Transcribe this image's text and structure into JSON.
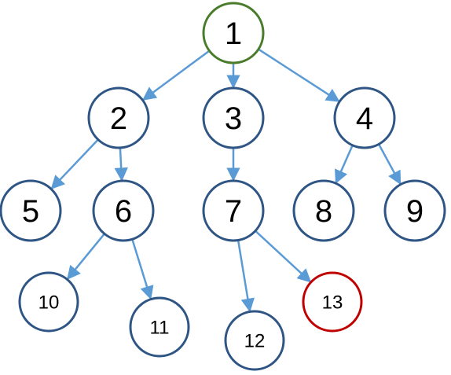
{
  "colors": {
    "default_stroke": "#2e5584",
    "root_stroke": "#4a7c2c",
    "highlight_stroke": "#c00000",
    "edge": "#5b9bd5"
  },
  "nodes": [
    {
      "id": "1",
      "label": "1",
      "role": "root"
    },
    {
      "id": "2",
      "label": "2"
    },
    {
      "id": "3",
      "label": "3"
    },
    {
      "id": "4",
      "label": "4"
    },
    {
      "id": "5",
      "label": "5"
    },
    {
      "id": "6",
      "label": "6"
    },
    {
      "id": "7",
      "label": "7"
    },
    {
      "id": "8",
      "label": "8"
    },
    {
      "id": "9",
      "label": "9"
    },
    {
      "id": "10",
      "label": "10"
    },
    {
      "id": "11",
      "label": "11"
    },
    {
      "id": "12",
      "label": "12"
    },
    {
      "id": "13",
      "label": "13",
      "role": "highlight"
    }
  ],
  "edges": [
    {
      "from": "1",
      "to": "2"
    },
    {
      "from": "1",
      "to": "3"
    },
    {
      "from": "1",
      "to": "4"
    },
    {
      "from": "2",
      "to": "5"
    },
    {
      "from": "2",
      "to": "6"
    },
    {
      "from": "3",
      "to": "7"
    },
    {
      "from": "4",
      "to": "8"
    },
    {
      "from": "4",
      "to": "9"
    },
    {
      "from": "6",
      "to": "10"
    },
    {
      "from": "6",
      "to": "11"
    },
    {
      "from": "7",
      "to": "12"
    },
    {
      "from": "7",
      "to": "13"
    }
  ]
}
